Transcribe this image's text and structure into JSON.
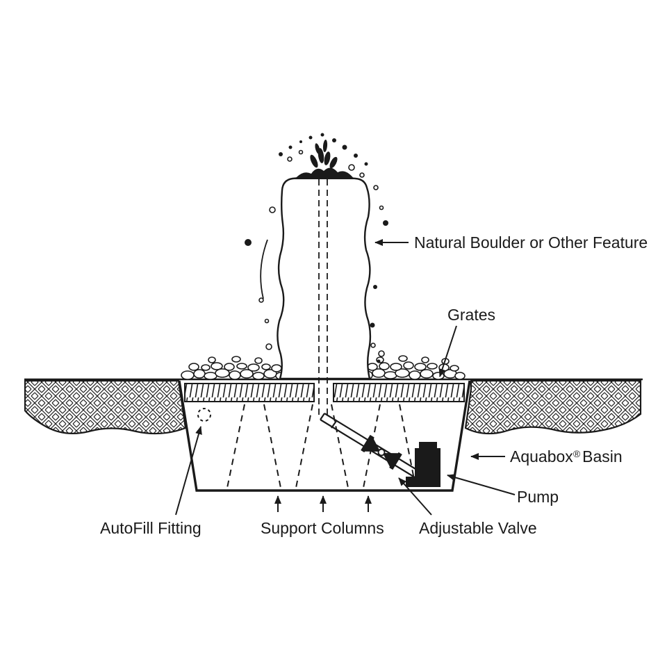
{
  "diagram": {
    "background": "#ffffff",
    "line_color": "#1a1a1a",
    "labels": {
      "natural_boulder": "Natural Boulder or Other Feature",
      "grates": "Grates",
      "aquabox_name": "Aquabox",
      "aquabox_reg": "®",
      "aquabox_basin": "Basin",
      "pump": "Pump",
      "adjustable_valve": "Adjustable Valve",
      "support_columns": "Support Columns",
      "autofill_fitting": "AutoFill Fitting"
    }
  }
}
